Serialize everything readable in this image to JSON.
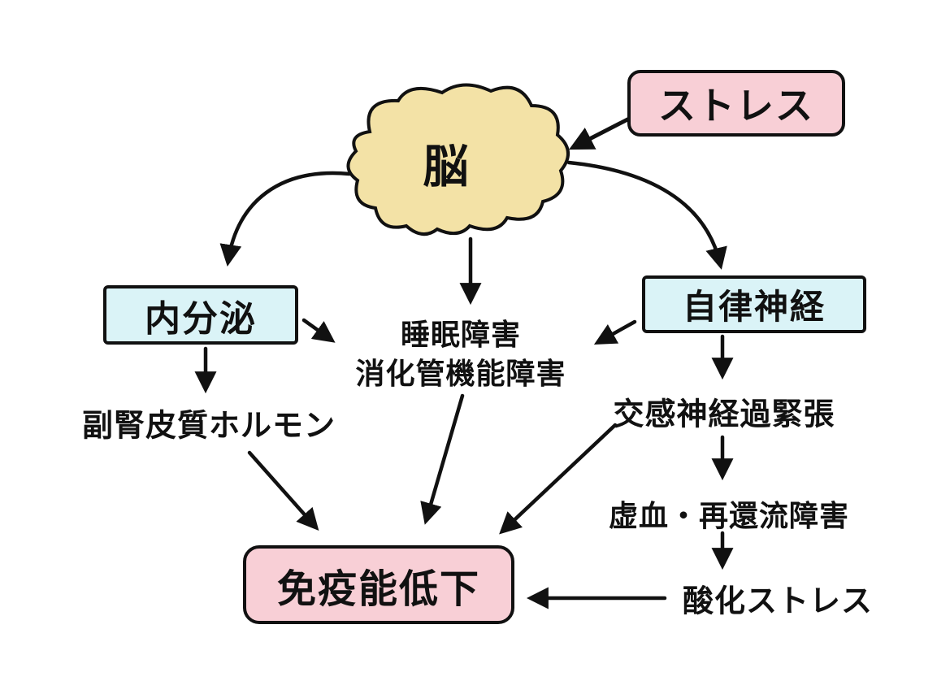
{
  "diagram": {
    "background": "#ffffff",
    "colors": {
      "pink_box": "#f8cfd6",
      "cyan_box": "#daf3f7",
      "brain_fill": "#f3e2a6",
      "line": "#111111"
    },
    "nodes": {
      "stress": {
        "label": "ストレス"
      },
      "brain": {
        "label": "脳"
      },
      "endocrine": {
        "label": "内分泌"
      },
      "autonomic_nerve": {
        "label": "自律神経"
      },
      "sleep_disorder": {
        "line1": "睡眠障害",
        "line2": "消化管機能障害"
      },
      "adrenal_hormone": {
        "label": "副腎皮質ホルモン"
      },
      "sympathetic_tension": {
        "label": "交感神経過緊張"
      },
      "ischemia_reperfusion": {
        "label": "虚血・再還流障害"
      },
      "oxidative_stress": {
        "label": "酸化ストレス"
      },
      "immune_decline": {
        "label": "免疫能低下"
      }
    },
    "edges": [
      {
        "from": "stress",
        "to": "brain"
      },
      {
        "from": "brain",
        "to": "endocrine"
      },
      {
        "from": "brain",
        "to": "sleep_disorder"
      },
      {
        "from": "brain",
        "to": "autonomic_nerve"
      },
      {
        "from": "endocrine",
        "to": "sleep_disorder"
      },
      {
        "from": "autonomic_nerve",
        "to": "sleep_disorder"
      },
      {
        "from": "endocrine",
        "to": "adrenal_hormone"
      },
      {
        "from": "autonomic_nerve",
        "to": "sympathetic_tension"
      },
      {
        "from": "adrenal_hormone",
        "to": "immune_decline"
      },
      {
        "from": "sleep_disorder",
        "to": "immune_decline"
      },
      {
        "from": "sympathetic_tension",
        "to": "immune_decline"
      },
      {
        "from": "sympathetic_tension",
        "to": "ischemia_reperfusion"
      },
      {
        "from": "ischemia_reperfusion",
        "to": "oxidative_stress"
      },
      {
        "from": "oxidative_stress",
        "to": "immune_decline"
      }
    ]
  }
}
